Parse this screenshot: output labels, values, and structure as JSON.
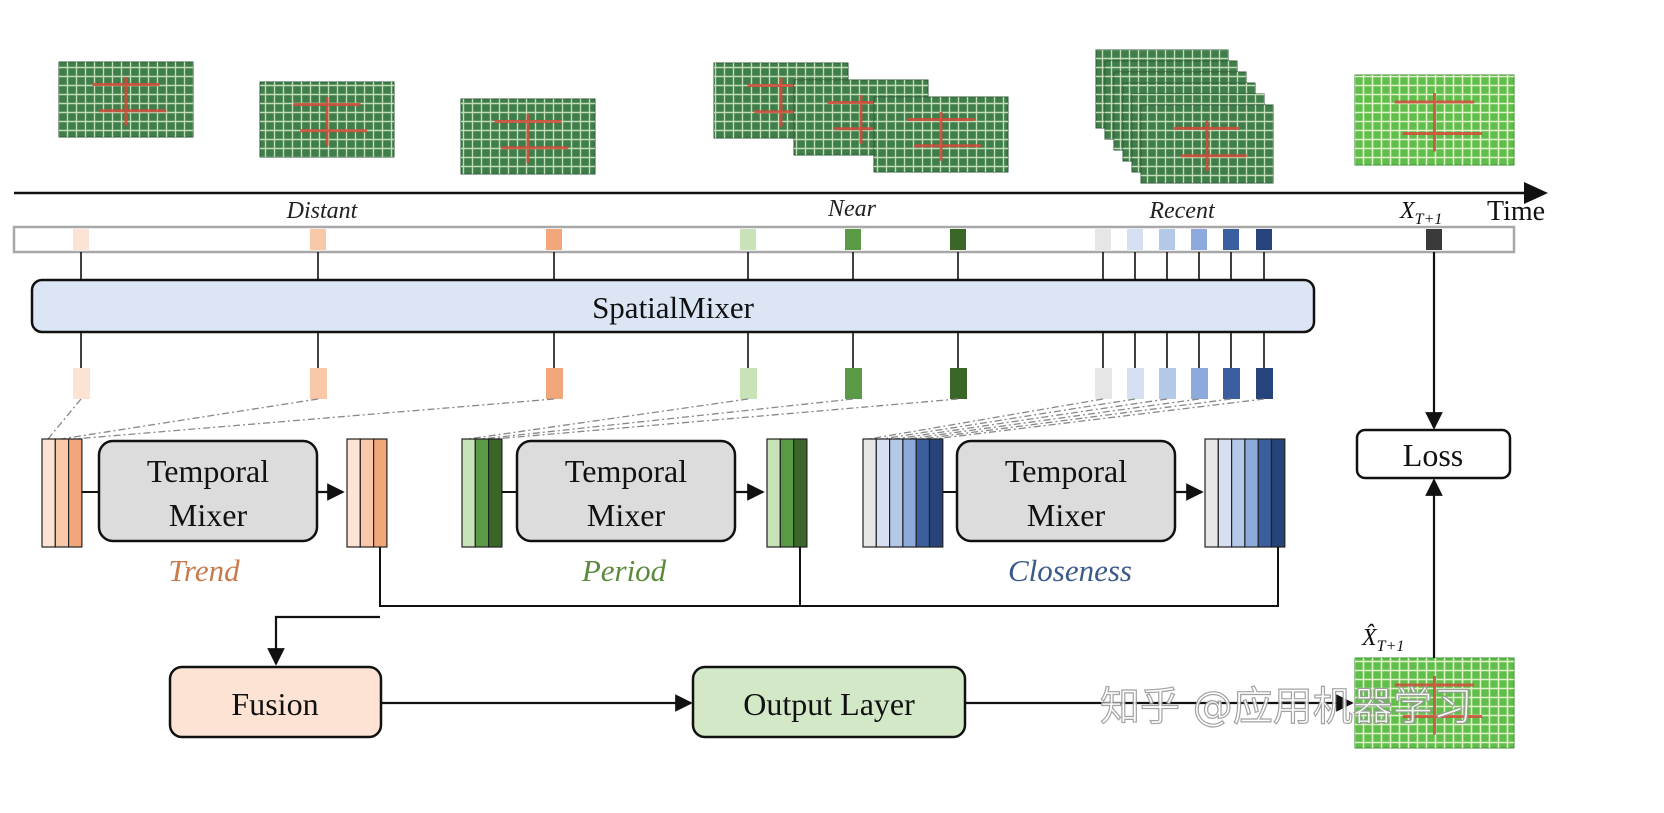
{
  "time_axis": {
    "label": "Time",
    "segments": [
      "Distant",
      "Near",
      "Recent"
    ],
    "target_label": "X",
    "target_sub": "T+1"
  },
  "spatial_mixer": {
    "label": "SpatialMixer"
  },
  "temporal_mixers": [
    {
      "line1": "Temporal",
      "line2": "Mixer",
      "branch": "Trend",
      "color": "#c87a4a"
    },
    {
      "line1": "Temporal",
      "line2": "Mixer",
      "branch": "Period",
      "color": "#5b8a3c"
    },
    {
      "line1": "Temporal",
      "line2": "Mixer",
      "branch": "Closeness",
      "color": "#3a5a8a"
    }
  ],
  "fusion": {
    "label": "Fusion"
  },
  "output_layer": {
    "label": "Output Layer"
  },
  "loss": {
    "label": "Loss"
  },
  "prediction": {
    "label": "X̂",
    "sub": "T+1"
  },
  "watermark": {
    "text": "知乎 @应用机器学习"
  },
  "colors": {
    "trend": [
      "#fde3d4",
      "#f8c8a8",
      "#f2a77a"
    ],
    "period": [
      "#c8e3b8",
      "#5b9a45",
      "#3a6628"
    ],
    "closeness": [
      "#e6e6e6",
      "#d6e0f2",
      "#b4c8e8",
      "#8eaadc",
      "#3a5e9e",
      "#27447a"
    ],
    "target": "#3a3a3a",
    "spatial_mixer_fill": "#dbe5f4",
    "temporal_fill": "#dcdcdc",
    "fusion_fill": "#fce3d3",
    "output_fill": "#d3e8c6"
  }
}
